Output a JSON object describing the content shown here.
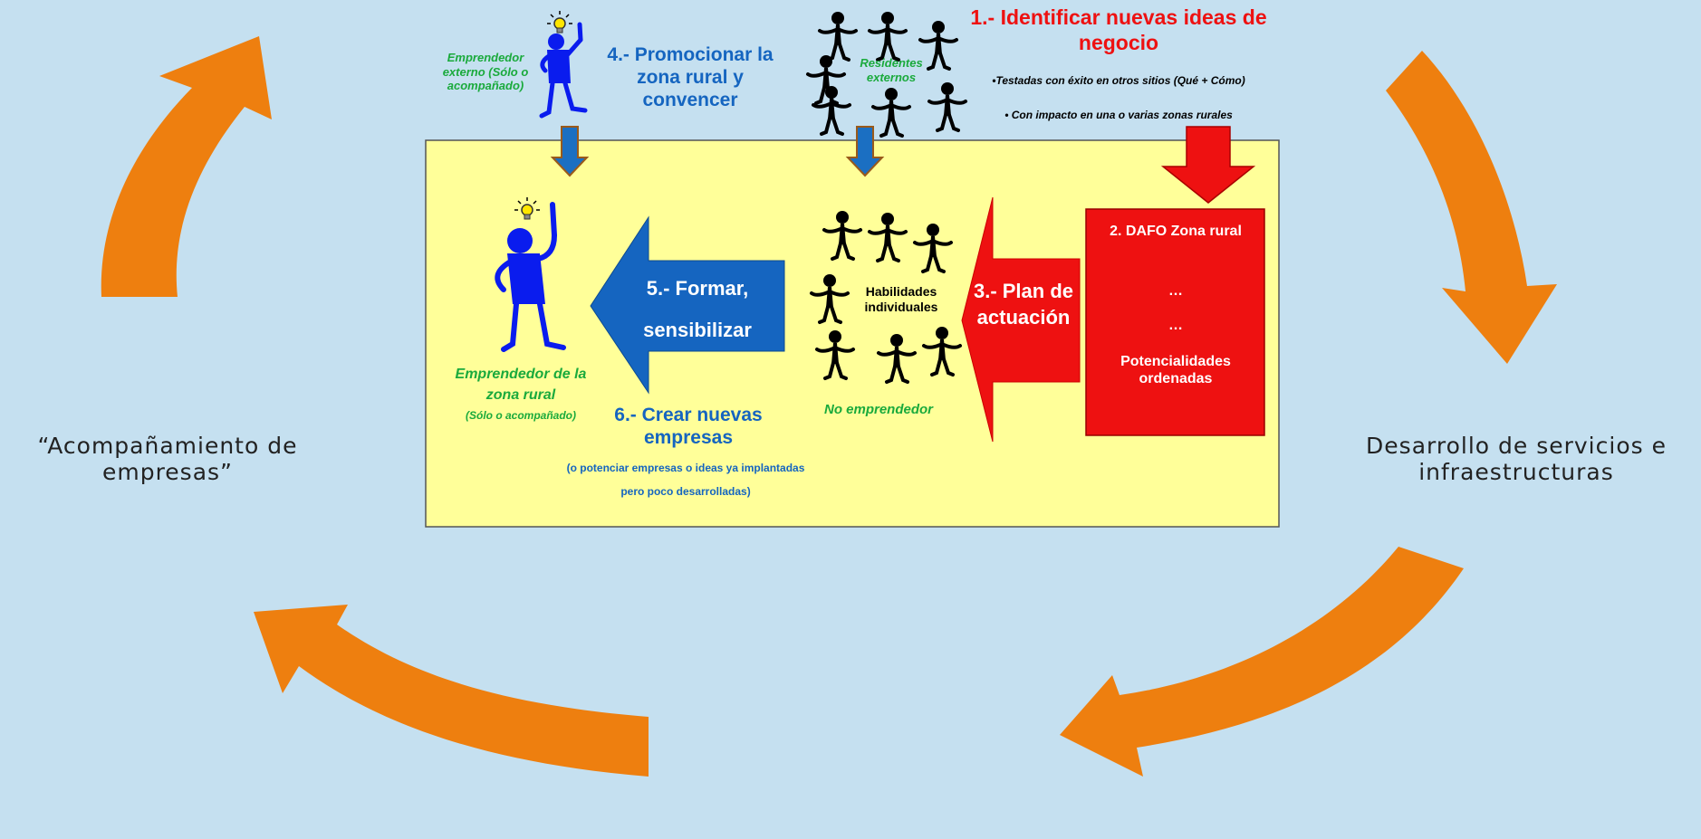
{
  "colors": {
    "background": "#c5e0f0",
    "arrow_orange": "#ee7f0f",
    "panel": "#ffff99",
    "red": "#ee1111",
    "blue": "#1565c0",
    "figure_blue": "#0a1cee",
    "green": "#1aaa3c"
  },
  "side_labels": {
    "left": "“Acompañamiento de empresas”",
    "right": "Desarrollo de servicios e infraestructuras"
  },
  "step1": {
    "title": "1.- Identificar nuevas ideas de negocio",
    "bullet1": "•Testadas con éxito en otros sitios (Qué + Cómo)",
    "bullet2": "• Con impacto en una o varias zonas rurales"
  },
  "step2": {
    "line1": "2. DAFO Zona rural",
    "line2": "…",
    "line3": "…",
    "line4": "Potencialidades ordenadas"
  },
  "step3": {
    "label": "3.- Plan de actuación"
  },
  "step4": {
    "label": "4.- Promocionar la zona rural  y convencer"
  },
  "step5": {
    "line1": "5.- Formar,",
    "line2": "sensibilizar"
  },
  "step6": {
    "title": "6.- Crear nuevas empresas",
    "subtitle": "(o potenciar empresas o ideas ya implantadas pero poco desarrolladas)"
  },
  "external_entrepreneur": {
    "label": "Emprendedor externo (Sólo o acompañado)"
  },
  "external_residents": {
    "label": "Residentes externos"
  },
  "skills_label": "Habilidades individuales",
  "non_entrepreneur_label": "No emprendedor",
  "rural_entrepreneur": {
    "title": "Emprendedor de la zona rural",
    "subtitle": "(Sólo o acompañado)"
  },
  "icons": [
    "lightbulb-icon",
    "person-icon",
    "crowd-icon"
  ]
}
